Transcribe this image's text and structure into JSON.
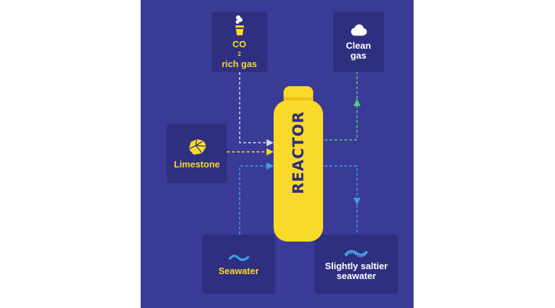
{
  "colors": {
    "background": "#3a3b96",
    "card": "#2e2f7f",
    "accent_yellow": "#f9d92a",
    "flow_white": "#d6d6e8",
    "flow_green": "#4bd07a",
    "flow_blue": "#39a2e6"
  },
  "nodes": {
    "co2_gas": {
      "label_prefix": "CO",
      "label_sub": "2",
      "label_line2": "rich gas",
      "icon": "factory-smokestack-icon"
    },
    "clean_gas": {
      "label_line1": "Clean",
      "label_line2": "gas",
      "icon": "cloud-icon"
    },
    "limestone": {
      "label": "Limestone",
      "icon": "rock-icon"
    },
    "seawater": {
      "label": "Seawater",
      "icon": "wave-icon"
    },
    "saltier_seawater": {
      "label_line1": "Slightly saltier",
      "label_line2": "seawater",
      "icon": "dotted-wave-icon"
    },
    "reactor": {
      "label": "REACTOR"
    }
  },
  "flows": [
    {
      "from": "co2_gas",
      "to": "reactor",
      "color": "flow_white"
    },
    {
      "from": "limestone",
      "to": "reactor",
      "color": "accent_yellow"
    },
    {
      "from": "seawater",
      "to": "reactor",
      "color": "flow_blue"
    },
    {
      "from": "reactor",
      "to": "clean_gas",
      "color": "flow_green"
    },
    {
      "from": "reactor",
      "to": "saltier_seawater",
      "color": "flow_blue"
    }
  ]
}
